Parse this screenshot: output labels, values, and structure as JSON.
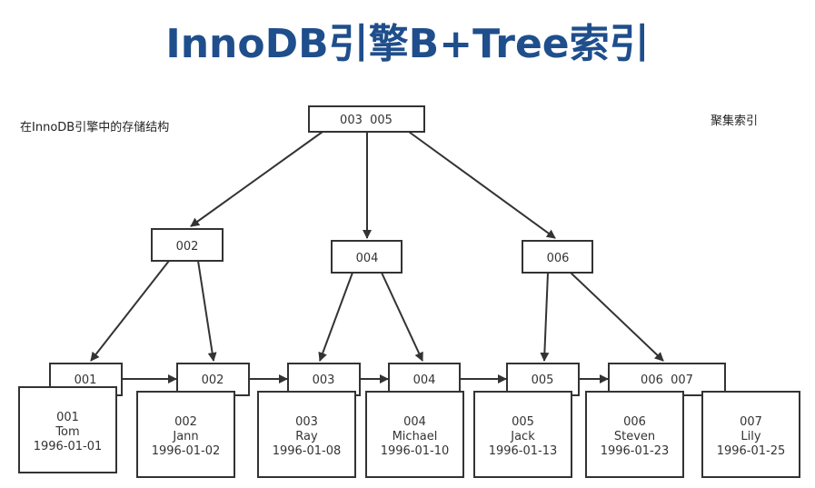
{
  "title": "InnoDB引擎B+Tree索引",
  "left_label": "在InnoDB引擎中的存储结构",
  "right_label": "聚集索引",
  "root": "003  005",
  "internal": [
    "002",
    "004",
    "006"
  ],
  "leaves": [
    "001",
    "002",
    "003",
    "004",
    "005",
    "006  007"
  ],
  "records": [
    {
      "id": "001",
      "name": "Tom",
      "date": "1996-01-01"
    },
    {
      "id": "002",
      "name": "Jann",
      "date": "1996-01-02"
    },
    {
      "id": "003",
      "name": "Ray",
      "date": "1996-01-08"
    },
    {
      "id": "004",
      "name": "Michael",
      "date": "1996-01-10"
    },
    {
      "id": "005",
      "name": "Jack",
      "date": "1996-01-13"
    },
    {
      "id": "006",
      "name": "Steven",
      "date": "1996-01-23"
    },
    {
      "id": "007",
      "name": "Lily",
      "date": "1996-01-25"
    }
  ]
}
